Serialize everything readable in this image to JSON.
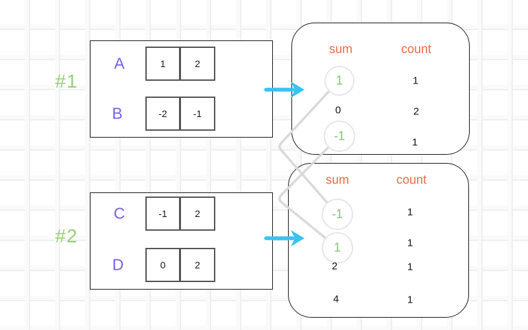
{
  "datasets": [
    {
      "tag": "#1",
      "rows": [
        {
          "name": "A",
          "cells": [
            "1",
            "2"
          ]
        },
        {
          "name": "B",
          "cells": [
            "-2",
            "-1"
          ]
        }
      ]
    },
    {
      "tag": "#2",
      "rows": [
        {
          "name": "C",
          "cells": [
            "-1",
            "2"
          ]
        },
        {
          "name": "D",
          "cells": [
            "0",
            "2"
          ]
        }
      ]
    }
  ],
  "tables": [
    {
      "sum_header": "sum",
      "count_header": "count",
      "rows": [
        {
          "sum": "1",
          "count": "1",
          "highlighted": true
        },
        {
          "sum": "0",
          "count": "2",
          "highlighted": false
        },
        {
          "sum": "-1",
          "count": "1",
          "highlighted": true
        }
      ]
    },
    {
      "sum_header": "sum",
      "count_header": "count",
      "rows": [
        {
          "sum": "-1",
          "count": "1",
          "highlighted": true
        },
        {
          "sum": "1",
          "count": "1",
          "highlighted": true
        },
        {
          "sum": "2",
          "count": "1",
          "highlighted": false
        },
        {
          "sum": "4",
          "count": "1",
          "highlighted": false
        }
      ]
    }
  ],
  "colors": {
    "highlight_green": "#85c46a",
    "tag_green": "#97d077",
    "label_purple": "#7a5fe6",
    "header_coral": "#ed6a45",
    "arrow_blue": "#38c3f1",
    "connector_gray": "#dadada"
  }
}
